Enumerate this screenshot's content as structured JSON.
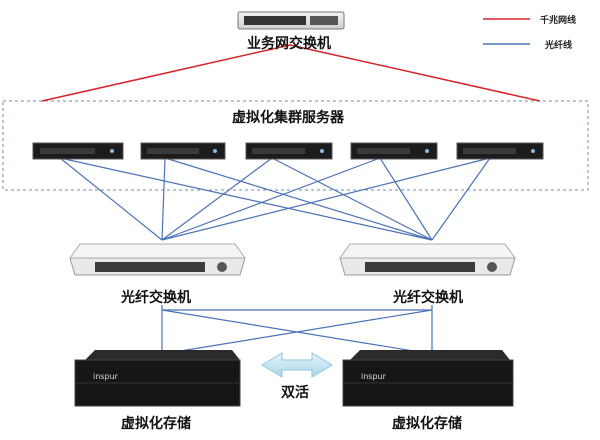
{
  "legend": {
    "gigabit": {
      "label": "千兆网线",
      "color": "#d9232a"
    },
    "fiber": {
      "label": "光纤线",
      "color": "#4a72b8"
    }
  },
  "switch_top": {
    "label": "业务网交换机"
  },
  "cluster": {
    "label": "虚拟化集群服务器",
    "server_count": 5
  },
  "fc_switches": [
    {
      "label": "光纤交换机"
    },
    {
      "label": "光纤交换机"
    }
  ],
  "storage": [
    {
      "label": "虚拟化存储",
      "brand": "inspur"
    },
    {
      "label": "虚拟化存储",
      "brand": "inspur"
    }
  ],
  "active_active": {
    "label": "双活"
  }
}
